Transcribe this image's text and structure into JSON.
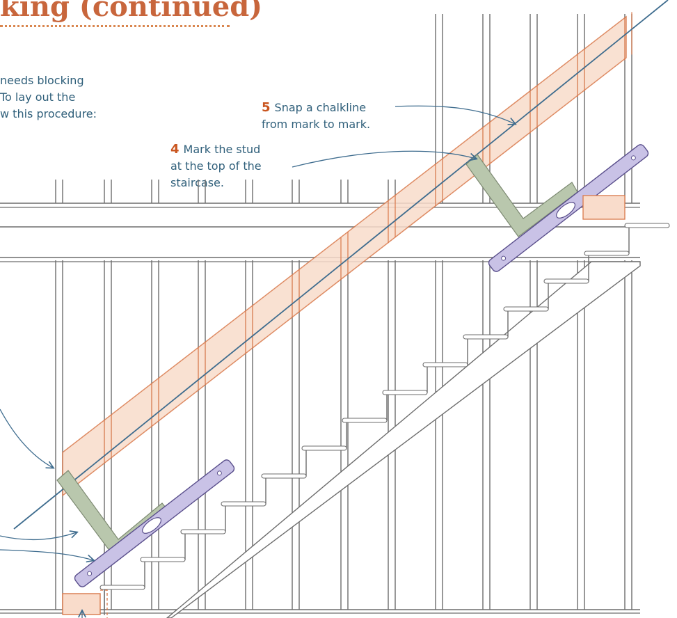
{
  "heading": {
    "title": "king (continued)"
  },
  "intro": {
    "lines": [
      "needs blocking",
      "To lay out the",
      "w this procedure:"
    ]
  },
  "steps": [
    {
      "number": "4",
      "lines": [
        "Mark the stud",
        "at the top of the",
        "staircase."
      ]
    },
    {
      "number": "5",
      "lines": [
        "Snap a chalkline",
        "from mark to mark."
      ]
    }
  ],
  "colors": {
    "title": "#c8663c",
    "step_number": "#c9551f",
    "caption_text": "#2f5f7a",
    "blocking_fill": "#f9dccb",
    "blocking_stroke": "#d9784a",
    "chalkline": "#3e6c8e",
    "square": "#b9c7ad",
    "level": "#c9c2e6",
    "framing": "#6d6d6d"
  }
}
